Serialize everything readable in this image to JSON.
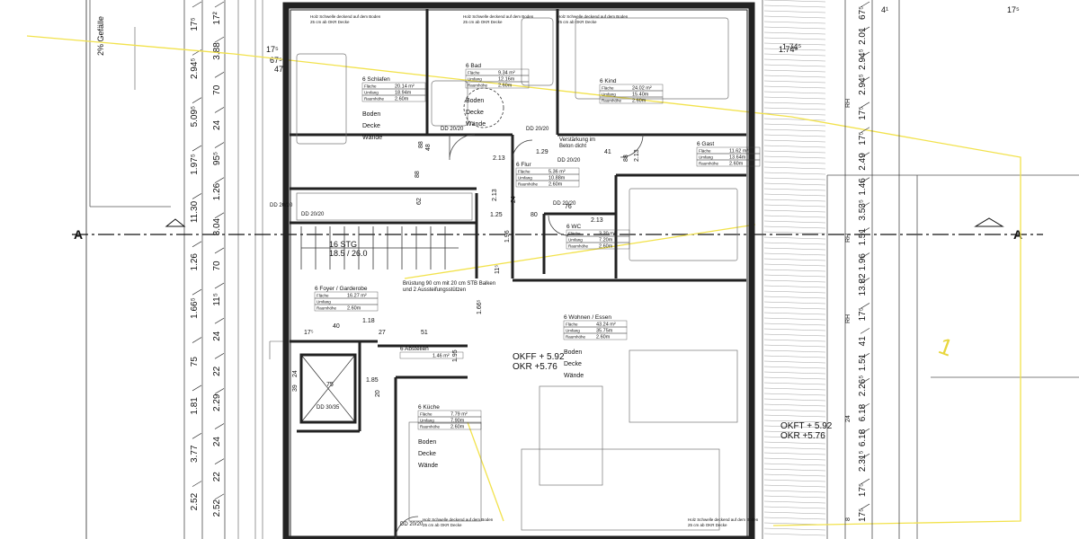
{
  "plan": {
    "section_marks": [
      "A",
      "A"
    ],
    "slope_note": "2% Gefälle",
    "stairs": {
      "label": "16 STG",
      "size": "18.5 / 26.0"
    },
    "parapet_note": [
      "Brüstung 90 cm mit 20 cm STB Balken",
      "und 2 Aussteifungsstützen"
    ],
    "lintel_note": [
      "Verstärkung im",
      "Beton dicht"
    ],
    "door_lintel_tags": [
      "DD 20/20",
      "DD 20/20",
      "DD 20/20",
      "DD 20/20",
      "DD 20/20",
      "DD 20/20",
      "DD 30/35",
      "DD 20/20"
    ],
    "threshold_note": "Holz Schwelle deckend auf dem Boden",
    "ceiling_note": "25 cm ab OKR Decke",
    "level_markers": [
      {
        "okff": "OKFF + 5.92",
        "okr": "OKR +5.76"
      },
      {
        "okff": "OKFT + 5.92",
        "okr": "OKR +5.76"
      }
    ],
    "highlight_mark": "1",
    "colors": {
      "wall": "#222222",
      "line": "#333333",
      "highlight": "#f2e24c",
      "hatch": "#777777"
    }
  },
  "rooms": [
    {
      "id": "schlafen",
      "name": "6 Schlafen",
      "rows": [
        [
          "Fläche",
          "20.14 m²"
        ],
        [
          "Umfang",
          "18.94m"
        ],
        [
          "Raumhöhe",
          "2.60m"
        ]
      ],
      "table": [
        "Boden",
        "Decke",
        "Wände"
      ]
    },
    {
      "id": "bad",
      "name": "6 Bad",
      "rows": [
        [
          "Fläche",
          "9.34 m²"
        ],
        [
          "Umfang",
          "12.16m"
        ],
        [
          "Raumhöhe",
          "2.60m"
        ]
      ],
      "table": [
        "Boden",
        "Decke",
        "Wände"
      ]
    },
    {
      "id": "kind",
      "name": "6 Kind",
      "rows": [
        [
          "Fläche",
          "24.02 m²"
        ],
        [
          "Umfang",
          "15.40m"
        ],
        [
          "Raumhöhe",
          "2.60m"
        ]
      ],
      "table": []
    },
    {
      "id": "gast",
      "name": "6 Gast",
      "rows": [
        [
          "Fläche",
          "11.62 m²"
        ],
        [
          "Umfang",
          "13.64m"
        ],
        [
          "Raumhöhe",
          "2.60m"
        ]
      ],
      "table": []
    },
    {
      "id": "flur",
      "name": "6 Flur",
      "rows": [
        [
          "Fläche",
          "5.36 m²"
        ],
        [
          "Umfang",
          "10.88m"
        ],
        [
          "Raumhöhe",
          "2.60m"
        ]
      ],
      "table": []
    },
    {
      "id": "wc",
      "name": "6 WC",
      "rows": [
        [
          "Fläche",
          "3.20 m²"
        ],
        [
          "Umfang",
          "7.20m"
        ],
        [
          "Raumhöhe",
          "2.60m"
        ]
      ],
      "table": []
    },
    {
      "id": "foyer",
      "name": "6 Foyer / Garderobe",
      "rows": [
        [
          "Fläche",
          "16.27 m²"
        ],
        [
          "Umfang",
          ""
        ],
        [
          "Raumhöhe",
          "2.60m"
        ]
      ],
      "table": []
    },
    {
      "id": "abstellen",
      "name": "6 Abstellen",
      "rows": [
        [
          "",
          "1.46 m²"
        ]
      ],
      "table": []
    },
    {
      "id": "kueche",
      "name": "6 Küche",
      "rows": [
        [
          "Fläche",
          "7.79 m²"
        ],
        [
          "Umfang",
          "7.90m"
        ],
        [
          "Raumhöhe",
          "2.60m"
        ]
      ],
      "table": [
        "Boden",
        "Decke",
        "Wände"
      ]
    },
    {
      "id": "wohnen",
      "name": "6 Wohnen / Essen",
      "rows": [
        [
          "Fläche",
          "43.24 m²"
        ],
        [
          "Umfang",
          "35.75m"
        ],
        [
          "Raumhöhe",
          "2.60m"
        ]
      ],
      "table": [
        "Boden",
        "Decke",
        "Wände"
      ]
    }
  ],
  "dims": {
    "left_a": [
      "17⁵",
      "2.94⁵",
      "5.09⁵",
      "1.97⁵",
      "11.30",
      "1.26",
      "1.66⁵",
      "75",
      "1.81",
      "3.77",
      "2.52"
    ],
    "left_b": [
      "17²",
      "3.88",
      "70",
      "24",
      "95⁵",
      "1.26",
      "3.04",
      "70",
      "11⁵",
      "24",
      "22",
      "2.29",
      "24",
      "22",
      "2.52"
    ],
    "left_c": [
      "17⁵",
      "67⁵",
      "47⁵",
      "1.74⁵"
    ],
    "interior": [
      "88",
      "88",
      "62",
      "48",
      "1.25",
      "80",
      "76",
      "1.96",
      "1.29",
      "41",
      "88",
      "2.13",
      "2.13",
      "2.13",
      "2.13",
      "11⁵",
      "17⁵",
      "40",
      "1.18",
      "27",
      "51",
      "1.95",
      "75",
      "1.85",
      "20",
      "39",
      "24",
      "24",
      "1.66⁵"
    ],
    "right": [
      "67⁵",
      "2.01",
      "2.94⁵",
      "2.94⁵",
      "17⁵",
      "17⁵",
      "2.49",
      "1.46",
      "3.53⁵",
      "1.51",
      "1.96",
      "13.82",
      "17⁵",
      "41",
      "1.51",
      "2.26⁵",
      "6.18",
      "6.18",
      "2.31⁵",
      "17⁵",
      "17⁵"
    ],
    "right_small": [
      "RH",
      "RH",
      "RH",
      "24",
      "8"
    ],
    "top": [
      "1.74⁵",
      "4¹",
      "17⁵"
    ]
  }
}
